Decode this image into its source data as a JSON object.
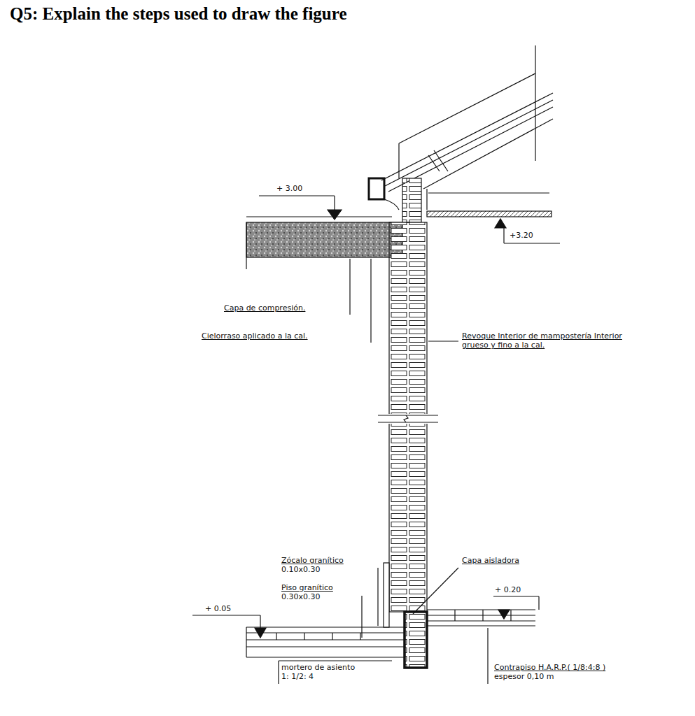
{
  "diagram": {
    "title": "Q5: Explain the steps used to draw the figure",
    "labels": [
      "+ 3.00",
      "+3.20",
      "Capa de compresión.",
      "Cielorraso aplicado a la cal.",
      "Revoque Interior de mampostería Interior grueso y fino a la cal.",
      "Zócalo granítico",
      "0.10x0.30",
      "Piso granítico",
      "0.30x0.30",
      "Capa aisladora",
      "+ 0.20",
      "+ 0.05",
      "mortero de asiento",
      "1: 1/2: 4",
      "Contrapiso H.A.R.P.( 1/8:4:8 )",
      "espesor 0,10 m"
    ]
  }
}
